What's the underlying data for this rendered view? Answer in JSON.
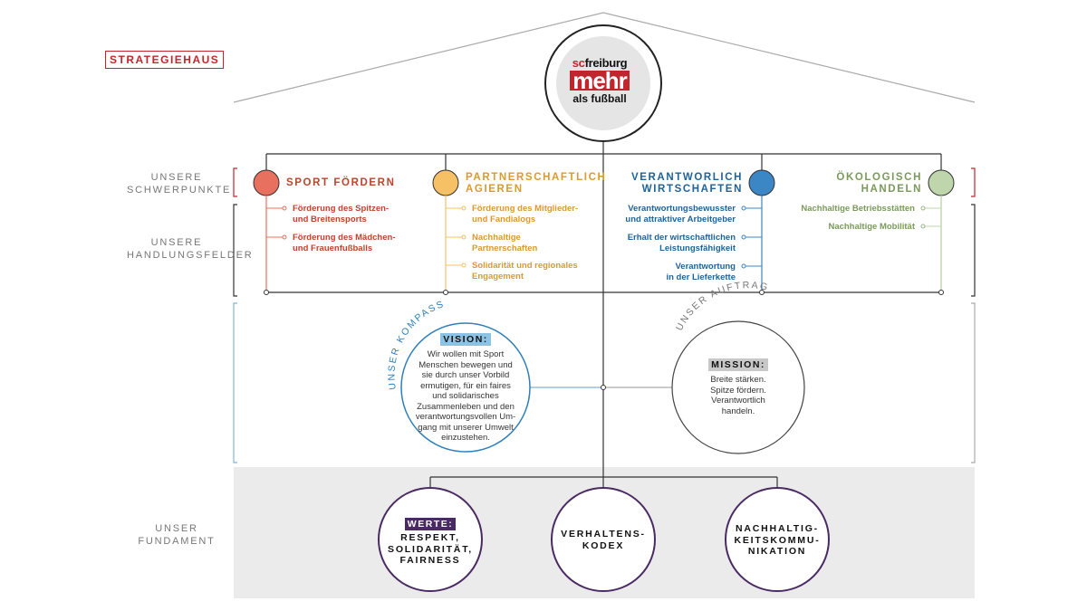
{
  "header_tag": "STRATEGIEHAUS",
  "logo": {
    "sc": "sc",
    "club": "freiburg",
    "headline": "mehr",
    "subline": "als fußball"
  },
  "rows": {
    "schwerpunkte": [
      "UNSERE",
      "SCHWERPUNKTE"
    ],
    "handlungsfelder": [
      "UNSERE",
      "HANDLUNGSFELDER"
    ],
    "fundament": [
      "UNSER",
      "FUNDAMENT"
    ]
  },
  "colors": {
    "red": "#e8705f",
    "red_text": "#c0432d",
    "orange": "#f5c164",
    "orange_text": "#d99a2e",
    "blue": "#3b86c4",
    "blue_text": "#1f6396",
    "green": "#bfd6ad",
    "green_text": "#7a9a5c",
    "brand": "#c0262d",
    "purple": "#4a2a63",
    "vision_blue": "#8cc3e3"
  },
  "pillars": [
    {
      "title": [
        "SPORT FÖRDERN"
      ],
      "fields": [
        [
          "Förderung des Spitzen-",
          "und Breitensports"
        ],
        [
          "Förderung des Mädchen-",
          "und Frauenfußballs"
        ]
      ]
    },
    {
      "title": [
        "PARTNERSCHAFTLICH",
        "AGIEREN"
      ],
      "fields": [
        [
          "Förderung des Mitglieder-",
          "und Fandialogs"
        ],
        [
          "Nachhaltige",
          "Partnerschaften"
        ],
        [
          "Solidarität und regionales",
          "Engagement"
        ]
      ]
    },
    {
      "title": [
        "VERANTWORLICH",
        "WIRTSCHAFTEN"
      ],
      "fields": [
        [
          "Verantwortungsbewusster",
          "und attraktiver Arbeitgeber"
        ],
        [
          "Erhalt der wirtschaftlichen",
          "Leistungsfähigkeit"
        ],
        [
          "Verantwortung",
          "in der Lieferkette"
        ]
      ]
    },
    {
      "title": [
        "ÖKOLOGISCH",
        "HANDELN"
      ],
      "fields": [
        [
          "Nachhaltige Betriebsstätten"
        ],
        [
          "Nachhaltige Mobilität"
        ]
      ]
    }
  ],
  "compass": {
    "arc_label": "UNSER KOMPASS",
    "badge": "VISION:",
    "text": [
      "Wir wollen mit Sport",
      "Menschen bewegen und",
      "sie durch unser Vorbild",
      "ermutigen, für ein faires",
      "und solidarisches",
      "Zusammenleben und den",
      "verantwortungsvollen Um-",
      "gang mit unserer Umwelt",
      "einzustehen."
    ]
  },
  "auftrag": {
    "arc_label": "UNSER AUFTRAG",
    "badge": "MISSION:",
    "text": [
      "Breite stärken.",
      "Spitze fördern.",
      "Verantwortlich",
      "handeln."
    ]
  },
  "foundation": [
    {
      "badge": "WERTE:",
      "lines": [
        "RESPEKT,",
        "SOLIDARITÄT,",
        "FAIRNESS"
      ]
    },
    {
      "badge": "",
      "lines": [
        "VERHALTENS-",
        "KODEX"
      ]
    },
    {
      "badge": "",
      "lines": [
        "NACHHALTIG-",
        "KEITSKOMMU-",
        "NIKATION"
      ]
    }
  ]
}
